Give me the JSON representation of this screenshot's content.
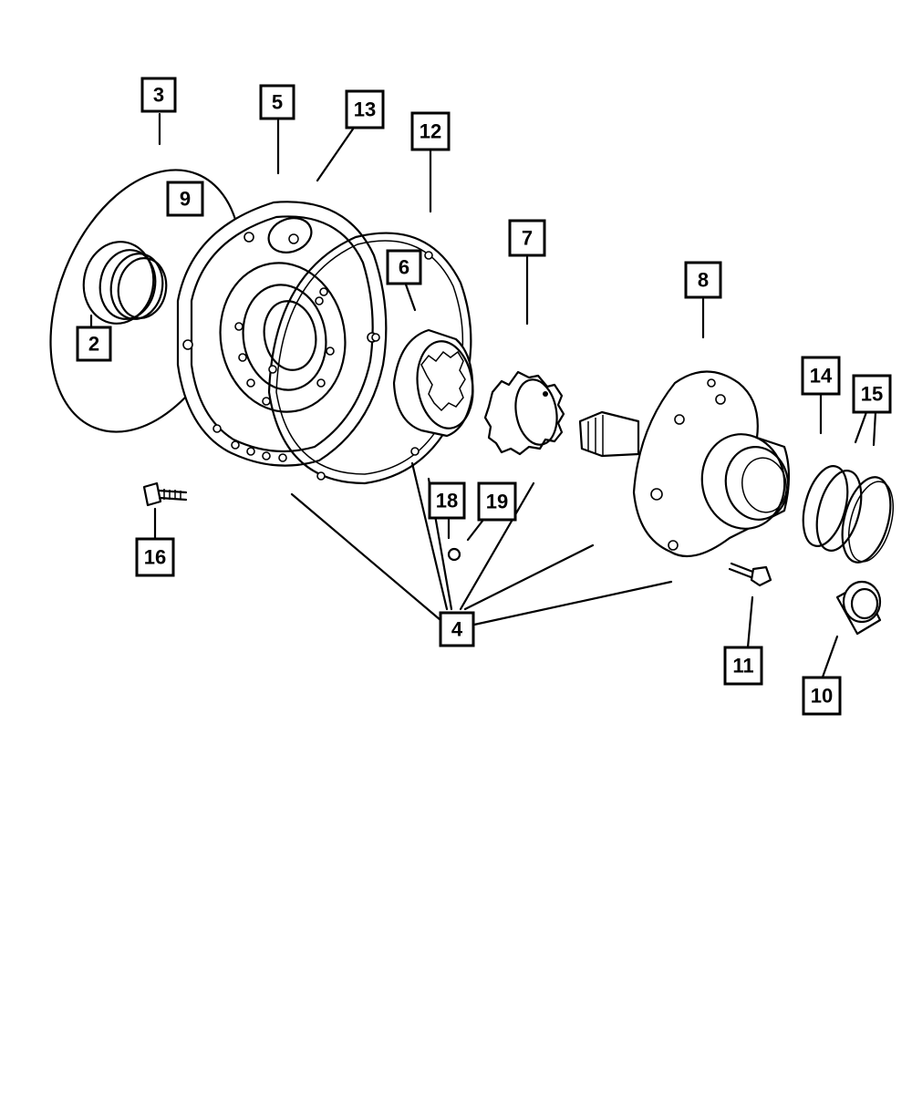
{
  "diagram": {
    "callouts": [
      {
        "id": "2",
        "label": "2"
      },
      {
        "id": "3",
        "label": "3"
      },
      {
        "id": "4",
        "label": "4"
      },
      {
        "id": "5",
        "label": "5"
      },
      {
        "id": "6",
        "label": "6"
      },
      {
        "id": "7",
        "label": "7"
      },
      {
        "id": "8",
        "label": "8"
      },
      {
        "id": "9",
        "label": "9"
      },
      {
        "id": "10",
        "label": "10"
      },
      {
        "id": "11",
        "label": "11"
      },
      {
        "id": "12",
        "label": "12"
      },
      {
        "id": "13",
        "label": "13"
      },
      {
        "id": "14",
        "label": "14"
      },
      {
        "id": "15",
        "label": "15"
      },
      {
        "id": "16",
        "label": "16"
      },
      {
        "id": "18",
        "label": "18"
      },
      {
        "id": "19",
        "label": "19"
      }
    ],
    "colors": {
      "ink": "#000000",
      "paper": "#ffffff"
    }
  }
}
